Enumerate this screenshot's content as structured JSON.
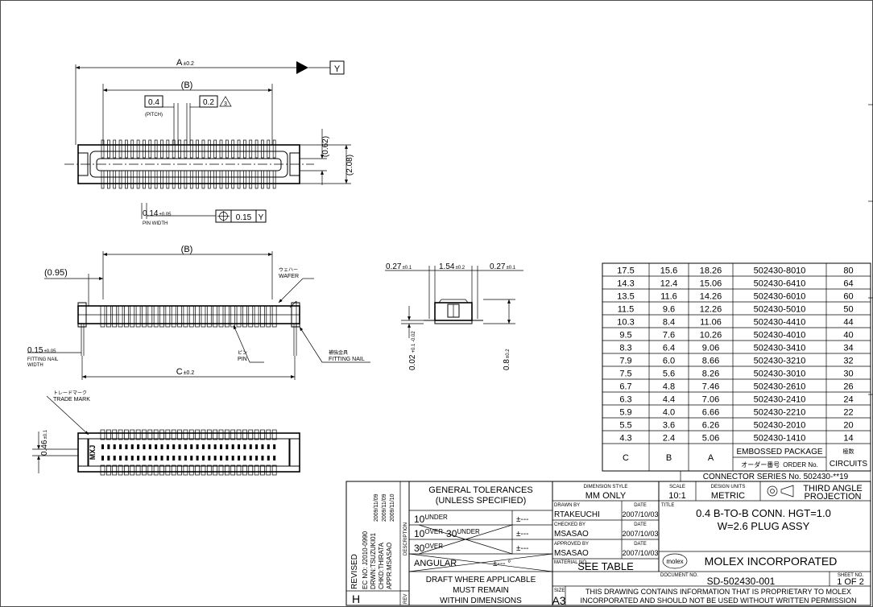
{
  "top_view": {
    "dim_a": "A",
    "dim_a_tol": "±0.2",
    "datum_y": "Y",
    "dim_b": "(B)",
    "pitch_box": "0.4",
    "pitch_label": "(PITCH)",
    "gap_box": "0.2",
    "rev_mark": "3",
    "dim_062": "(0.62)",
    "dim_208": "(2.08)",
    "pin_width": "0.14",
    "pin_width_tol": "±0.05",
    "pin_width_label": "PIN WIDTH",
    "pos_tol_value": "0.15",
    "pos_tol_datum": "Y"
  },
  "side_view": {
    "dim_095": "(0.95)",
    "dim_b": "(B)",
    "wafer_jp": "ウェハー",
    "wafer": "WAFER",
    "pin_jp": "ピン",
    "pin": "PIN",
    "nail_jp": "補強金具",
    "nail": "FITTING NAIL",
    "nail_width": "0.15",
    "nail_width_tol": "±0.05",
    "nail_width_label_1": "FITTING NAIL",
    "nail_width_label_2": "WIDTH",
    "dim_c": "C",
    "dim_c_tol": "±0.2"
  },
  "end_view": {
    "left": "0.27",
    "left_tol": "±0.1",
    "mid": "1.54",
    "mid_tol": "±0.2",
    "right": "0.27",
    "right_tol": "±0.1",
    "vert_a": "0.02",
    "vert_a_tol": "+0.1 -0.02",
    "vert_b": "0.8",
    "vert_b_tol": "±0.2"
  },
  "bottom_view": {
    "trademark_jp": "トレードマーク",
    "trademark": "TRADE MARK",
    "dim_046": "0.46",
    "dim_046_tol": "±0.1",
    "mark_text": "MXJ"
  },
  "table": {
    "rows": [
      [
        "17.5",
        "15.6",
        "18.26",
        "502430-8010",
        "80"
      ],
      [
        "14.3",
        "12.4",
        "15.06",
        "502430-6410",
        "64"
      ],
      [
        "13.5",
        "11.6",
        "14.26",
        "502430-6010",
        "60"
      ],
      [
        "11.5",
        "9.6",
        "12.26",
        "502430-5010",
        "50"
      ],
      [
        "10.3",
        "8.4",
        "11.06",
        "502430-4410",
        "44"
      ],
      [
        "9.5",
        "7.6",
        "10.26",
        "502430-4010",
        "40"
      ],
      [
        "8.3",
        "6.4",
        "9.06",
        "502430-3410",
        "34"
      ],
      [
        "7.9",
        "6.0",
        "8.66",
        "502430-3210",
        "32"
      ],
      [
        "7.5",
        "5.6",
        "8.26",
        "502430-3010",
        "30"
      ],
      [
        "6.7",
        "4.8",
        "7.46",
        "502430-2610",
        "26"
      ],
      [
        "6.3",
        "4.4",
        "7.06",
        "502430-2410",
        "24"
      ],
      [
        "5.9",
        "4.0",
        "6.66",
        "502430-2210",
        "22"
      ],
      [
        "5.5",
        "3.6",
        "6.26",
        "502430-2010",
        "20"
      ],
      [
        "4.3",
        "2.4",
        "5.06",
        "502430-1410",
        "14"
      ]
    ],
    "head_c": "C",
    "head_b": "B",
    "head_a": "A",
    "head_pkg": "EMBOSSED PACKAGE",
    "head_order_jp": "オーダー番号",
    "head_order": "ORDER No.",
    "head_circ_jp": "極数",
    "head_circ": "CIRCUITS",
    "series": "CONNECTOR SERIES No. 502430-**19"
  },
  "title_block": {
    "revised": "REVISED",
    "ec_no": "EC NO: J2010-0990",
    "drwn": "DRWN:TSUZUKI01",
    "chkd": "CHKD:THIRATA",
    "appr": "APPR:MSASAO",
    "date1": "2009/11/09",
    "date2": "2009/11/09",
    "date3": "2009/11/10",
    "rev": "H",
    "rev_label": "REV",
    "desc_label": "DESCRIPTION",
    "gen_tol_1": "GENERAL TOLERANCES",
    "gen_tol_2": "(UNLESS SPECIFIED)",
    "tol_under": "10",
    "tol_under_word": "UNDER",
    "tol_over_a": "10",
    "tol_over_word": "OVER",
    "tol_30": "30",
    "tol_under2": "UNDER",
    "tol_over_b": "30",
    "tol_over2": "OVER",
    "tol_val": "±---",
    "angular": "ANGULAR",
    "angular_val": "±---  °",
    "draft_1": "DRAFT WHERE APPLICABLE",
    "draft_2": "MUST REMAIN",
    "draft_3": "WITHIN DIMENSIONS",
    "dim_style_label": "DIMENSION STYLE",
    "dim_style": "MM ONLY",
    "scale_label": "SCALE",
    "scale": "10:1",
    "units_label": "DESIGN UNITS",
    "units": "METRIC",
    "projection_1": "THIRD ANGLE",
    "projection_2": "PROJECTION",
    "drawn_by_label": "DRAWN BY",
    "date_label": "DATE",
    "drawn_by": "RTAKEUCHI",
    "drawn_date": "2007/10/03",
    "checked_label": "CHECKED BY",
    "checked_by": "MSASAO",
    "checked_date": "2007/10/03",
    "approved_label": "APPROVED BY",
    "approved_by": "MSASAO",
    "approved_date": "2007/10/03",
    "title_label": "TITLE",
    "title_1": "0.4 B-TO-B CONN. HGT=1.0",
    "title_2": "W=2.6 PLUG ASSY",
    "logo": "molex",
    "company": "MOLEX INCORPORATED",
    "material_label": "MATERIAL NO.",
    "material": "SEE TABLE",
    "doc_label": "DOCUMENT NO.",
    "doc_no": "SD-502430-001",
    "sheet_label": "SHEET NO.",
    "sheet": "1 OF 2",
    "size_label": "SIZE",
    "size": "A3",
    "prop_1": "THIS DRAWING CONTAINS INFORMATION THAT IS PROPRIETARY TO MOLEX",
    "prop_2": "INCORPORATED AND SHOULD NOT BE USED WITHOUT WRITTEN PERMISSION"
  }
}
